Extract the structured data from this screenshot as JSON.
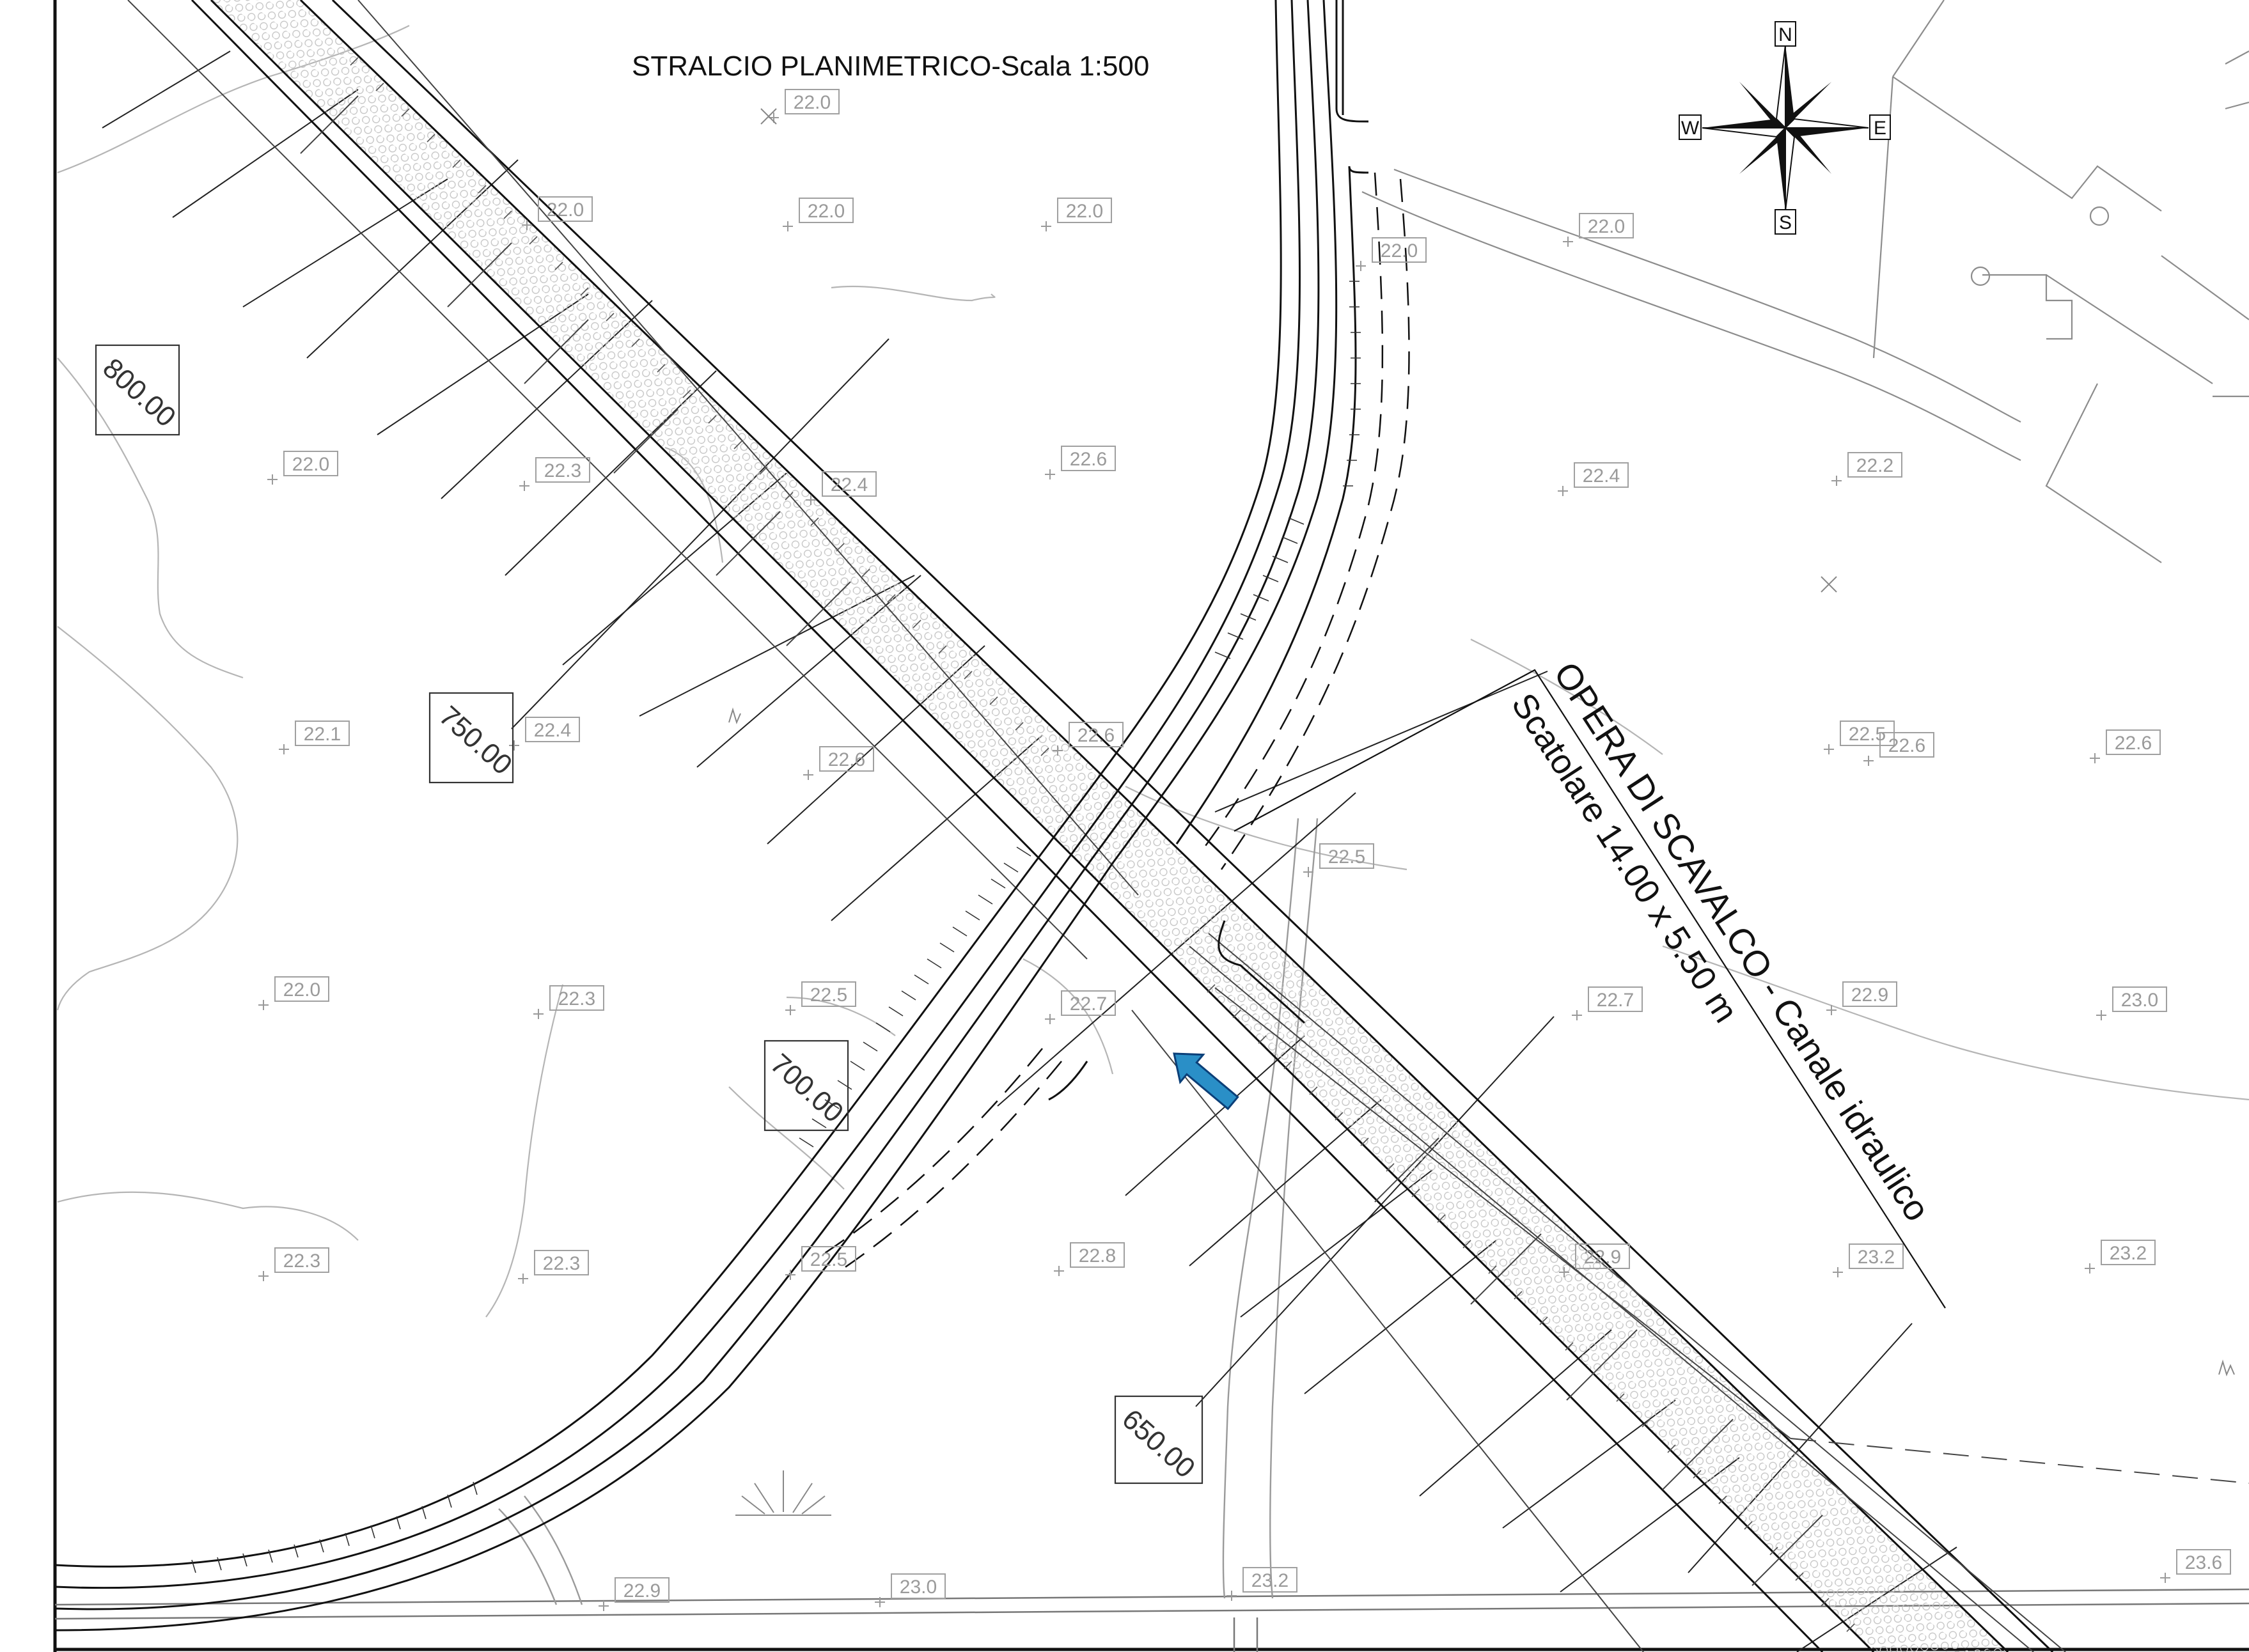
{
  "title": "STRALCIO PLANIMETRICO-Scala 1:500",
  "compass": {
    "north": "N",
    "south": "S",
    "east": "E",
    "west": "W"
  },
  "note": {
    "line1": "OPERA DI SCAVALCO - Canale idraulico",
    "line2": "Scatolare 14.00 x 5.50 m"
  },
  "stations": [
    "800.00",
    "750.00",
    "700.00",
    "650.00"
  ],
  "elevations": [
    "22.0",
    "22.0",
    "22.0",
    "22.0",
    "22.0",
    "22.0",
    "22.0",
    "22.1",
    "22.0",
    "22.2",
    "22.3",
    "22.4",
    "22.4",
    "22.6",
    "22.4",
    "22.6",
    "22.6",
    "22.5",
    "22.5",
    "22.6",
    "22.3",
    "22.5",
    "22.7",
    "22.7",
    "22.9",
    "23.0",
    "22.3",
    "22.3",
    "22.5",
    "22.8",
    "22.9",
    "23.2",
    "23.2",
    "22.9",
    "23.0",
    "23.2",
    "23.6",
    "22.6"
  ],
  "colors": {
    "arrow_fill": "#2a8fc7",
    "arrow_stroke": "#0b3f78",
    "lines": "#111111",
    "light_lines": "#9a9a9a"
  }
}
